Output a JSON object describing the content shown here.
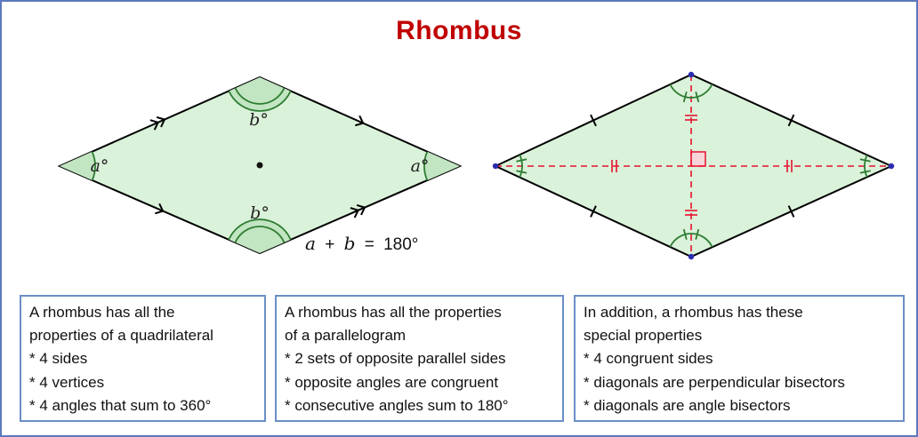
{
  "title": "Rhombus",
  "colors": {
    "title_red": "#c00000",
    "rhombus_fill": "#daf2da",
    "angle_mark_green": "#2e7d32",
    "diagonal_red": "#e8112d",
    "box_border_blue": "#6b8ec7",
    "vertex_dot_blue": "#2b2bb0"
  },
  "left_diagram": {
    "labels": {
      "left_angle": "a°",
      "top_angle": "b°",
      "bottom_angle": "b°",
      "right_angle": "a°"
    },
    "equation": [
      "a",
      "+",
      "b",
      "=",
      "180°"
    ]
  },
  "boxes": [
    {
      "lines": [
        "A rhombus has all the",
        "properties of a quadrilateral",
        "* 4 sides",
        "* 4 vertices",
        "* 4 angles that sum to 360°"
      ]
    },
    {
      "lines": [
        "A rhombus has all the properties",
        "of a parallelogram",
        "* 2 sets of opposite parallel sides",
        "* opposite angles are congruent",
        "* consecutive angles sum to 180°"
      ]
    },
    {
      "lines": [
        "In addition, a rhombus has these",
        "special properties",
        "* 4 congruent sides",
        "* diagonals are perpendicular bisectors",
        "* diagonals are angle bisectors"
      ]
    }
  ]
}
